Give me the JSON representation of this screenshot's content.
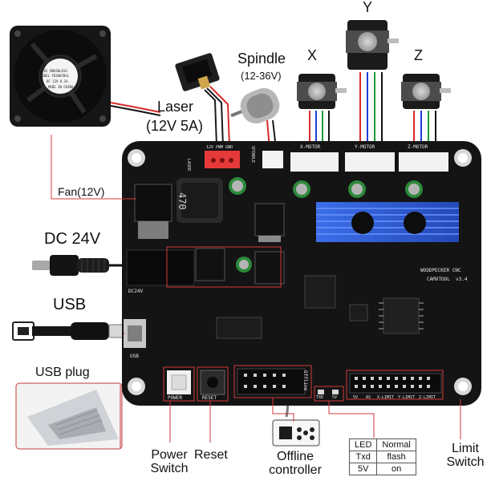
{
  "labels": {
    "y_motor": "Y",
    "x_motor": "X",
    "z_motor": "Z",
    "spindle": "Spindle",
    "spindle_voltage": "(12-36V)",
    "laser": "Laser",
    "laser_spec": "(12V 5A)",
    "fan": "Fan(12V)",
    "dc": "DC 24V",
    "usb": "USB",
    "usb_plug": "USB plug",
    "power_switch_l1": "Power",
    "power_switch_l2": "Switch",
    "reset": "Reset",
    "offline_l1": "Offline",
    "offline_l2": "controller",
    "limit_l1": "Limit",
    "limit_l2": "Switch"
  },
  "board_text": {
    "x_header": "X-MOTOR",
    "y_header": "Y-MOTOR",
    "z_header": "Z-MOTOR",
    "brand": "WOODPECKER CNC",
    "model": "CAMXTOOL",
    "version": "v3.4",
    "inductor": "470",
    "dc24v": "DC24V",
    "usb_silk": "USB",
    "power_silk": "POWER",
    "reset_silk": "RESET",
    "offline_silk": "Offline",
    "laser_silk": "LASER",
    "spindle_silk": "SPINDLE",
    "laser_pins": "12V PWM GND",
    "fan_brand_l1": "DC BRUSHLESS",
    "fan_brand_l2": "MODEL YD3007HSL",
    "fan_rating": "DC 12V 0.1A",
    "fan_origin": "MADE IN CHINA",
    "txd_silk": "TXD",
    "fivev_silk": "5V",
    "limit_pins": [
      "5V",
      "AS",
      "X-LIMIT",
      "Y-LIMIT",
      "Z-LIMIT"
    ]
  },
  "led_table": {
    "headers": [
      "LED",
      "Normal"
    ],
    "rows": [
      [
        "Txd",
        "flash"
      ],
      [
        "5V",
        "on"
      ]
    ]
  },
  "colors": {
    "pcb": "#141414",
    "callout": "#d13a3a",
    "heatsink": "#2f5fd6",
    "terminal_red": "#e63a3a",
    "header_white": "#f2f2f2"
  }
}
